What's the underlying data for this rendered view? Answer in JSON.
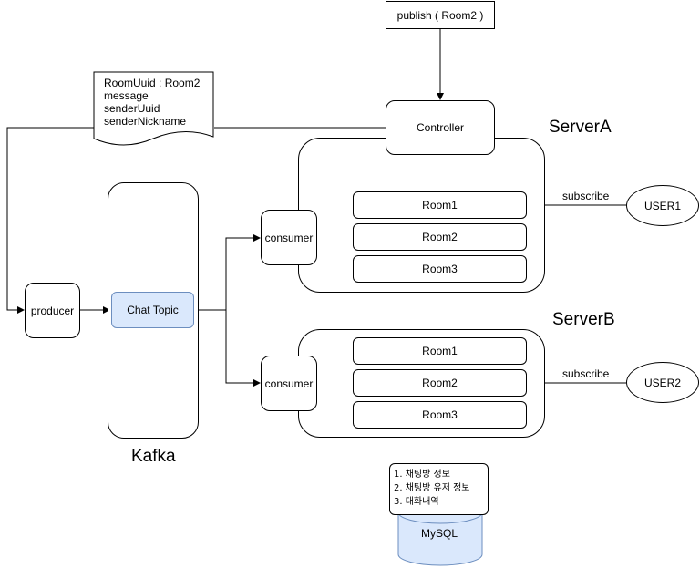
{
  "top": {
    "publish_label": "publish ( Room2 )",
    "controller_label": "Controller"
  },
  "message_doc": {
    "lines": [
      "RoomUuid : Room2",
      "message",
      "senderUuid",
      "senderNickname"
    ]
  },
  "kafka": {
    "title": "Kafka",
    "topic_label": "Chat Topic",
    "producer_label": "producer",
    "topic_color": "#dae8fc",
    "topic_border": "#6c8ebf"
  },
  "serverA": {
    "title": "ServerA",
    "consumer_label": "consumer",
    "rooms": [
      "Room1",
      "Room2",
      "Room3"
    ],
    "subscribe_label": "subscribe",
    "user_label": "USER1"
  },
  "serverB": {
    "title": "ServerB",
    "consumer_label": "consumer",
    "rooms": [
      "Room1",
      "Room2",
      "Room3"
    ],
    "subscribe_label": "subscribe",
    "user_label": "USER2"
  },
  "mysql": {
    "label": "MySQL",
    "fill": "#dae8fc",
    "border": "#6c8ebf",
    "notes": [
      "1. 채팅방 정보",
      "2. 채팅방 유저 정보",
      "3. 대화내역"
    ]
  }
}
